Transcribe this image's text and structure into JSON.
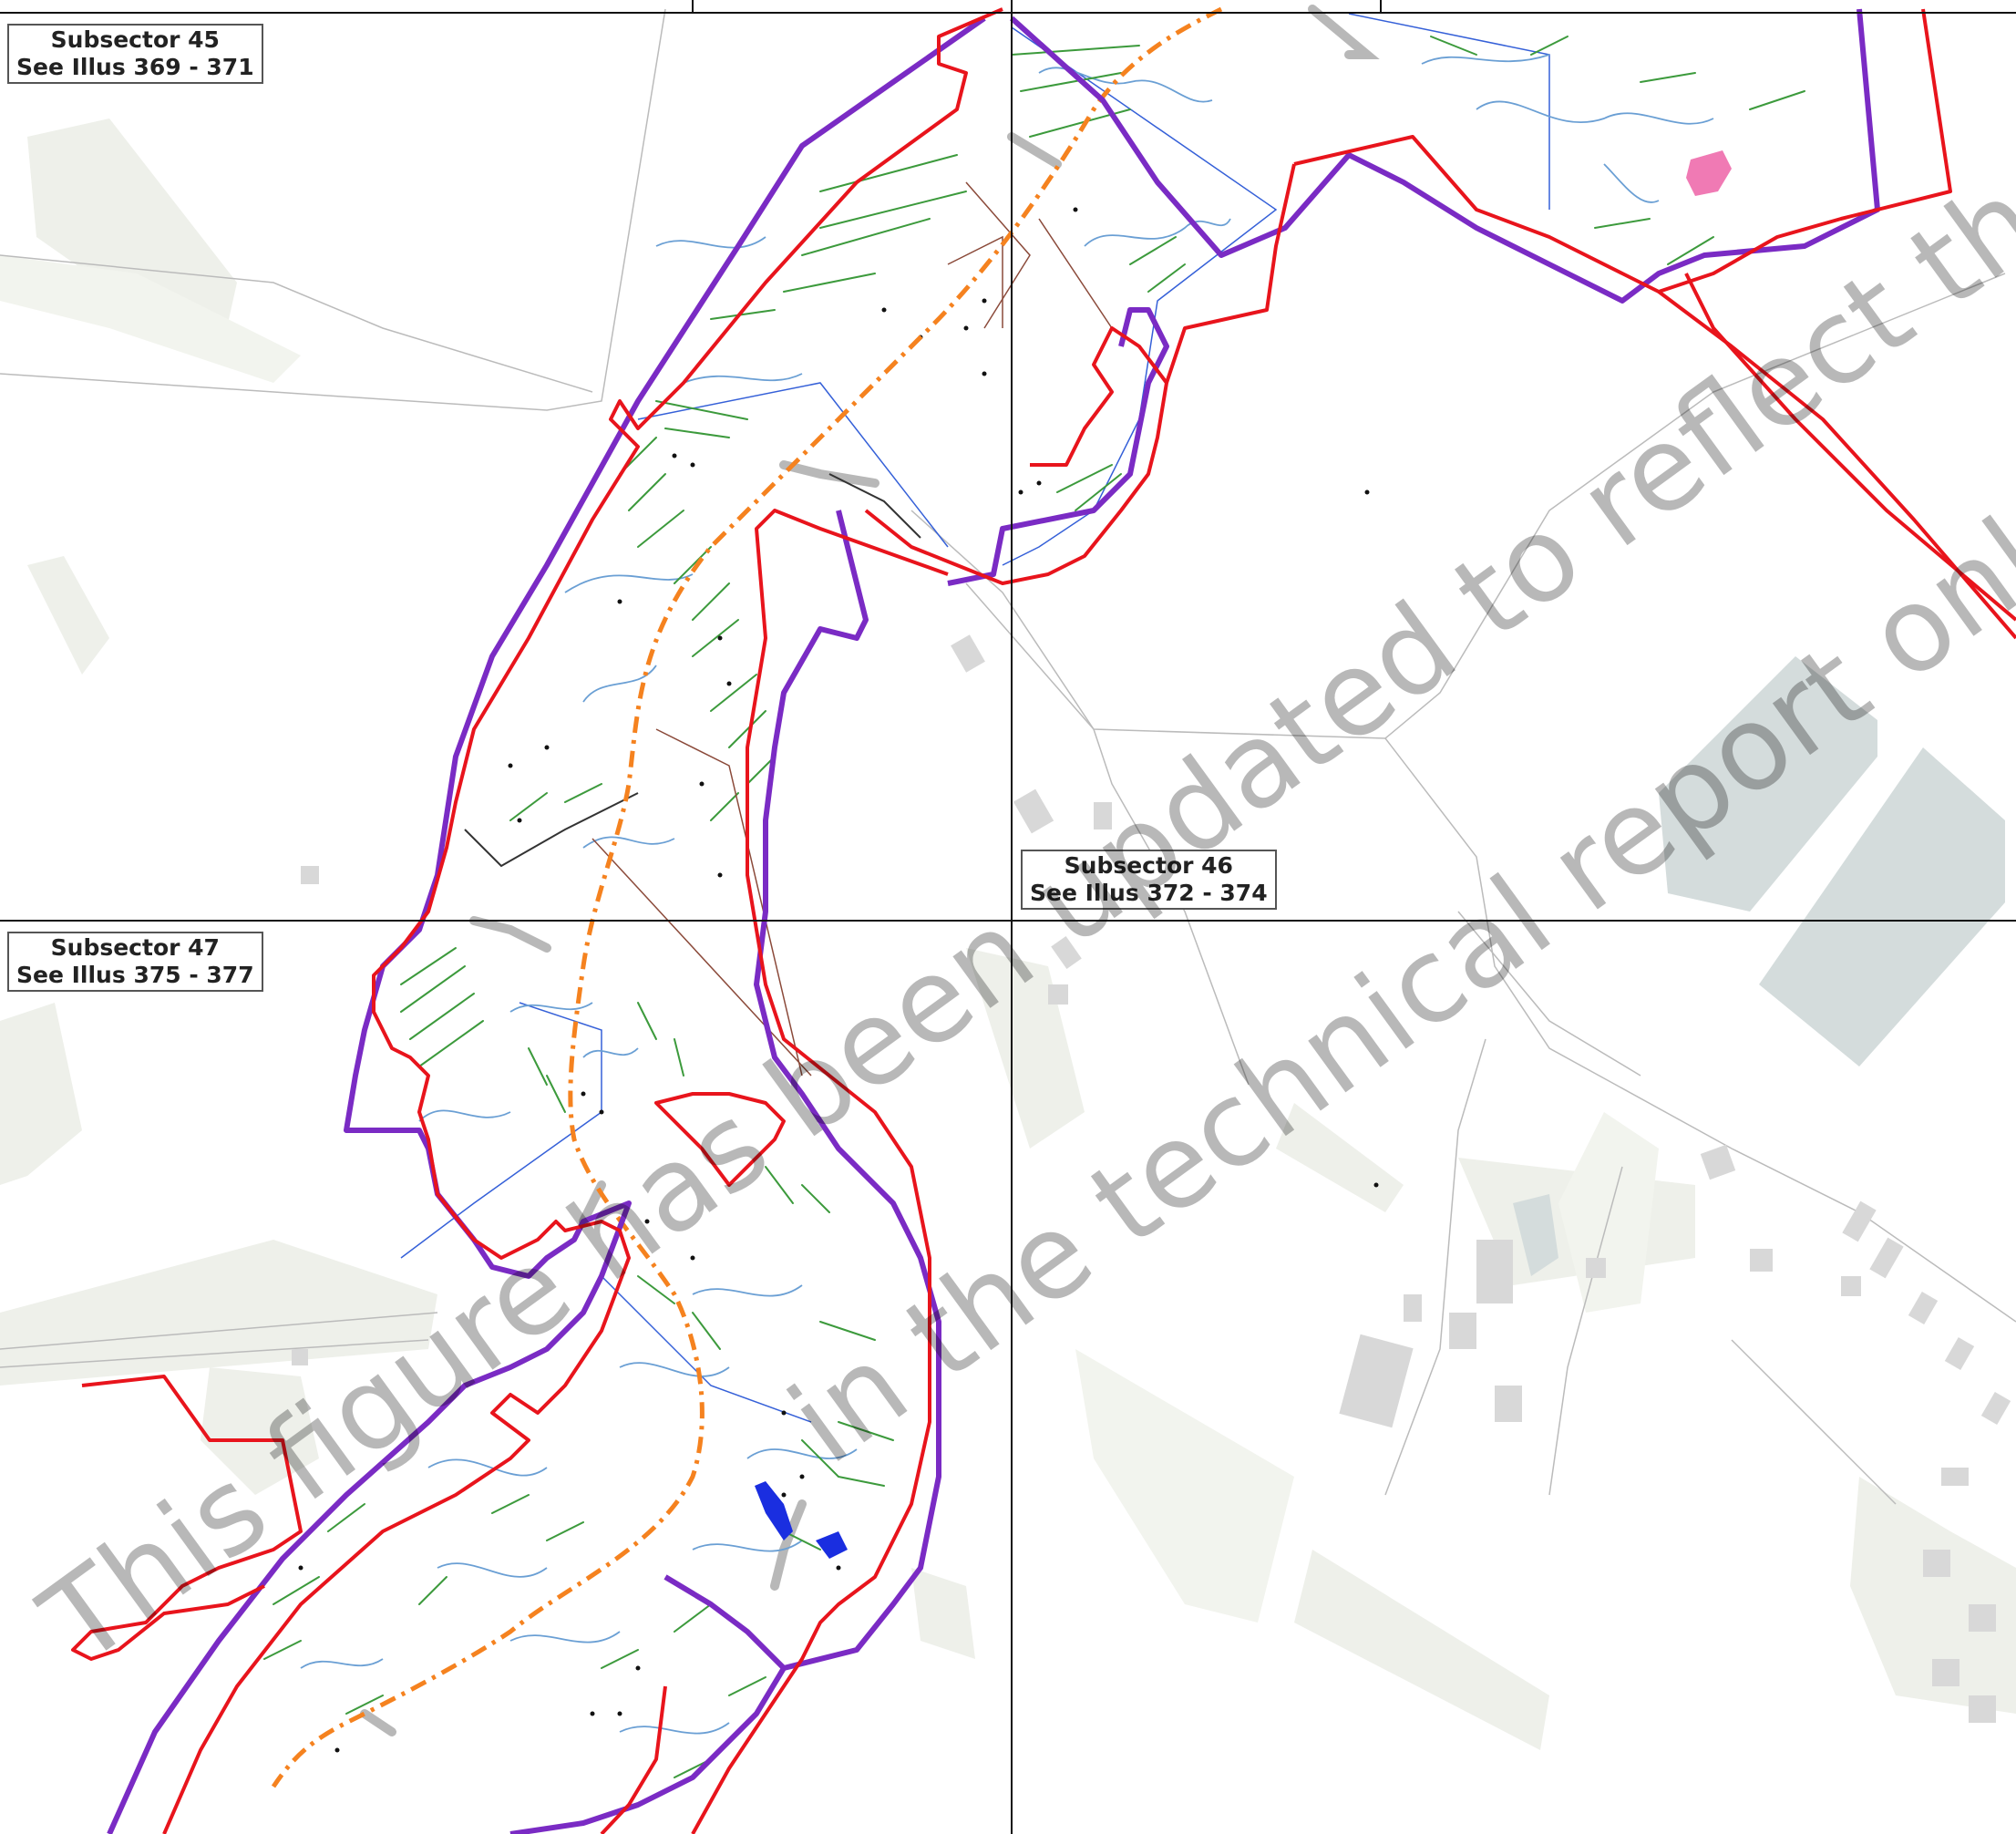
{
  "map": {
    "subsectors": [
      {
        "title": "Subsector 45",
        "ref": "See Illus 369 - 371"
      },
      {
        "title": "Subsector 46",
        "ref": "See Illus 372 - 374"
      },
      {
        "title": "Subsector 47",
        "ref": "See Illus 375 - 377"
      }
    ],
    "watermark_line1": "This figure has been updated to reflect the i",
    "watermark_line2": "in the technical report only",
    "colors": {
      "red_boundary": "#e8141c",
      "purple_boundary": "#7a2bc4",
      "orange_route": "#f5821f",
      "green_features": "#3c9a3c",
      "blue_features": "#6a9fd4",
      "basemap_fill": "#eef0ea",
      "building_fill": "#d8d8d8",
      "water_fill": "#d4dcdc",
      "pink_feature": "#f07ab4",
      "dark_blue_feature": "#1a2ee0"
    }
  }
}
